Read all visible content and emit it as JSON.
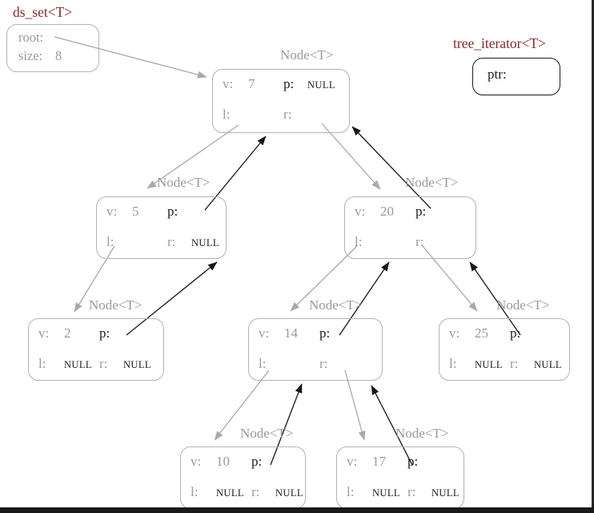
{
  "colors": {
    "node_border": "#b3b3b3",
    "gray_text": "#9a9a9a",
    "black_text": "#1c1c1c",
    "title_maroon": "#8b2727",
    "edge_gray": "#a9a9a9",
    "edge_black": "#161616",
    "window_edge": "#191919"
  },
  "ds_set": {
    "title": "ds_set<T>",
    "root_label": "root:",
    "size_label": "size:",
    "size_value": "8"
  },
  "iterator": {
    "title": "tree_iterator<T>",
    "ptr_label": "ptr:"
  },
  "nodes": [
    {
      "title": "Node<T>",
      "v_label": "v:",
      "v": "7",
      "p_label": "p:",
      "p": "NULL",
      "l_label": "l:",
      "l": "",
      "r_label": "r:",
      "r": ""
    },
    {
      "title": "Node<T>",
      "v_label": "v:",
      "v": "5",
      "p_label": "p:",
      "p": "",
      "l_label": "l:",
      "l": "",
      "r_label": "r:",
      "r": "NULL"
    },
    {
      "title": "Node<T>",
      "v_label": "v:",
      "v": "20",
      "p_label": "p:",
      "p": "",
      "l_label": "l:",
      "l": "",
      "r_label": "r:",
      "r": ""
    },
    {
      "title": "Node<T>",
      "v_label": "v:",
      "v": "2",
      "p_label": "p:",
      "p": "",
      "l_label": "l:",
      "l": "NULL",
      "r_label": "r:",
      "r": "NULL"
    },
    {
      "title": "Node<T>",
      "v_label": "v:",
      "v": "14",
      "p_label": "p:",
      "p": "",
      "l_label": "l:",
      "l": "",
      "r_label": "r:",
      "r": ""
    },
    {
      "title": "Node<T>",
      "v_label": "v:",
      "v": "25",
      "p_label": "p:",
      "p": "",
      "l_label": "l:",
      "l": "NULL",
      "r_label": "r:",
      "r": "NULL"
    },
    {
      "title": "Node<T>",
      "v_label": "v:",
      "v": "10",
      "p_label": "p:",
      "p": "",
      "l_label": "l:",
      "l": "NULL",
      "r_label": "r:",
      "r": "NULL"
    },
    {
      "title": "Node<T>",
      "v_label": "v:",
      "v": "17",
      "p_label": "p:",
      "p": "",
      "l_label": "l:",
      "l": "NULL",
      "r_label": "r:",
      "r": "NULL"
    }
  ],
  "edges": [
    {
      "from": "ds_set.root",
      "to": "node-7",
      "style": "gray-child-pointer"
    },
    {
      "from": "node-7.l",
      "to": "node-5",
      "style": "gray-child-pointer"
    },
    {
      "from": "node-7.r",
      "to": "node-20",
      "style": "gray-child-pointer"
    },
    {
      "from": "node-5.l",
      "to": "node-2",
      "style": "gray-child-pointer"
    },
    {
      "from": "node-20.l",
      "to": "node-14",
      "style": "gray-child-pointer"
    },
    {
      "from": "node-20.r",
      "to": "node-25",
      "style": "gray-child-pointer"
    },
    {
      "from": "node-14.l",
      "to": "node-10",
      "style": "gray-child-pointer"
    },
    {
      "from": "node-14.r",
      "to": "node-17",
      "style": "gray-child-pointer"
    },
    {
      "from": "node-5.p",
      "to": "node-7",
      "style": "black-parent-pointer"
    },
    {
      "from": "node-20.p",
      "to": "node-7",
      "style": "black-parent-pointer"
    },
    {
      "from": "node-2.p",
      "to": "node-5",
      "style": "black-parent-pointer"
    },
    {
      "from": "node-14.p",
      "to": "node-20",
      "style": "black-parent-pointer"
    },
    {
      "from": "node-25.p",
      "to": "node-20",
      "style": "black-parent-pointer"
    },
    {
      "from": "node-10.p",
      "to": "node-14",
      "style": "black-parent-pointer"
    },
    {
      "from": "node-17.p",
      "to": "node-14",
      "style": "black-parent-pointer"
    }
  ]
}
